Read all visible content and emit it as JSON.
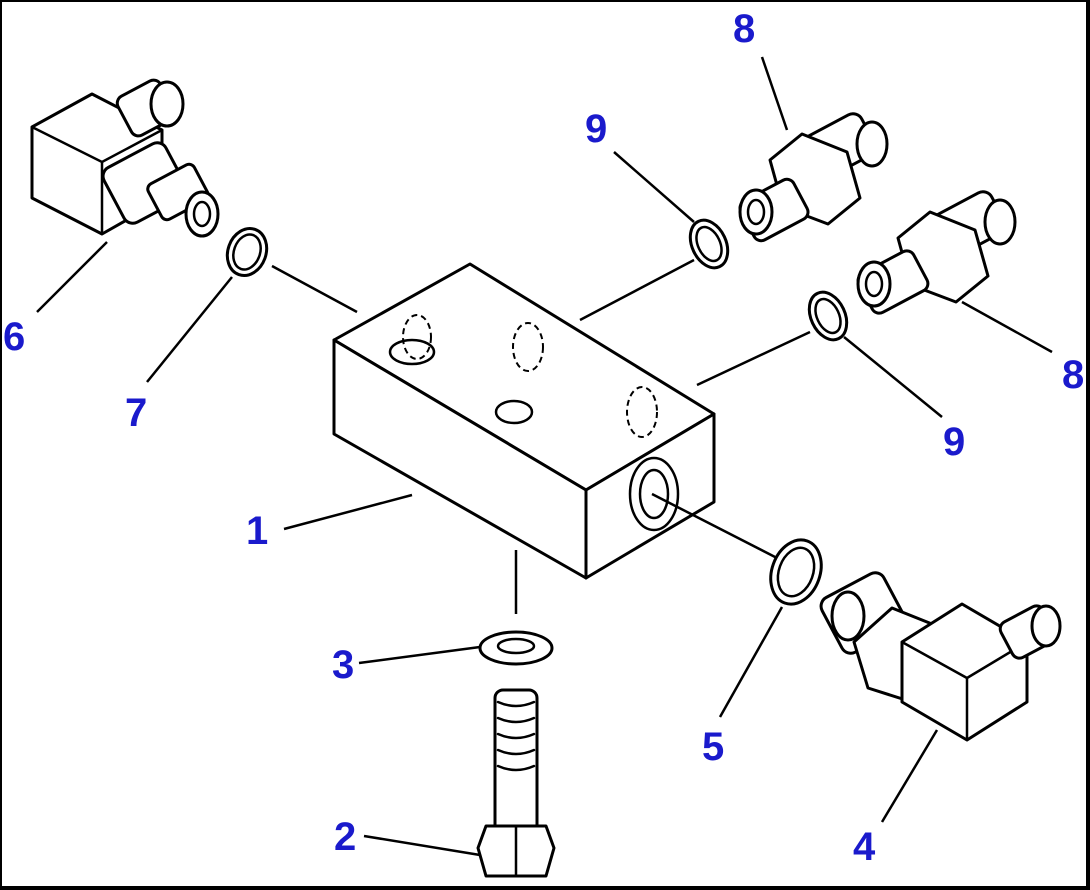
{
  "diagram": {
    "callouts": {
      "c1": "1",
      "c2": "2",
      "c3": "3",
      "c4": "4",
      "c5": "5",
      "c6": "6",
      "c7": "7",
      "c8a": "8",
      "c8b": "8",
      "c9a": "9",
      "c9b": "9"
    },
    "colors": {
      "callout_text": "#1a1acc",
      "line": "#000000",
      "background": "#ffffff"
    }
  }
}
